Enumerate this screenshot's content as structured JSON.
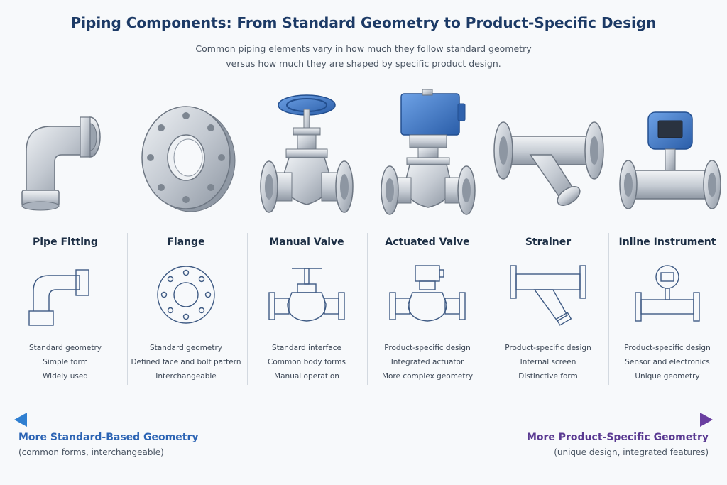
{
  "header": {
    "title": "Piping Components: From Standard Geometry to Product-Specific Design",
    "subtitle": "Common piping elements vary in how much they follow standard geometry versus how much they are shaped by specific product design."
  },
  "components": [
    {
      "name": "Pipe Fitting",
      "features": [
        "Standard geometry",
        "Simple form",
        "Widely used"
      ]
    },
    {
      "name": "Flange",
      "features": [
        "Standard geometry",
        "Defined face and bolt pattern",
        "Interchangeable"
      ]
    },
    {
      "name": "Manual Valve",
      "features": [
        "Standard interface",
        "Common body forms",
        "Manual operation"
      ]
    },
    {
      "name": "Actuated Valve",
      "features": [
        "Product-specific design",
        "Integrated actuator",
        "More complex geometry"
      ]
    },
    {
      "name": "Strainer",
      "features": [
        "Product-specific design",
        "Internal screen",
        "Distinctive form"
      ]
    },
    {
      "name": "Inline Instrument",
      "features": [
        "Product-specific design",
        "Sensor and electronics",
        "Unique geometry"
      ]
    }
  ],
  "spectrum": {
    "left_label": "More Standard-Based Geometry",
    "left_note": "(common forms, interchangeable)",
    "right_label": "More Product-Specific Geometry",
    "right_note": "(unique design, integrated features)",
    "color_start": "#2f7fd1",
    "color_end": "#6a3fa0"
  },
  "colors": {
    "title": "#1c3a66",
    "metal": "#c9ced5",
    "actuator_blue": "#3b73c4"
  }
}
